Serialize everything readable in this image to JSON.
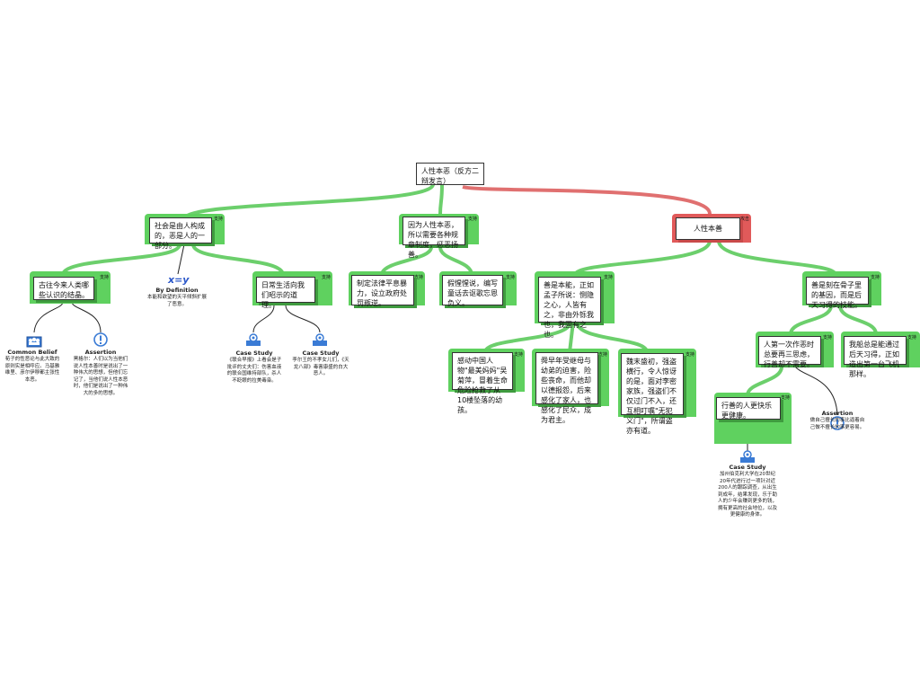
{
  "root": {
    "text": "人性本恶（反方二辩发言）"
  },
  "tags": {
    "support": "支持",
    "attack": "攻击"
  },
  "nodes": {
    "n1": "社会是由人构成的，恶是人的一部分。",
    "n2": "因为人性本恶，所以需要各种规章制度，惩恶扬善。",
    "n3": "人性本善",
    "n11": "古往今来人类哪些认识的结晶。",
    "n13": "日常生活向我们昭示的道理。",
    "n21": "制定法律平息暴力，设立政府处罚叛逆。",
    "n22": "假惺惺说，编写童话去讴歌忘恩负义。",
    "n31": "善是本能，正如孟子所说：恻隐之心，人皆有之，非由外铄我也，我固有之也。",
    "n32": "善是刻在骨子里的基因，而是后天习得的技能。",
    "n311": "感动中国人物\"最美妈妈\"吴菊萍，冒着生命危险抢救了从10楼坠落的幼孩。",
    "n312": "舜早年受继母与幼弟的迫害，险些丧命，而他却以德报怨，后来感化了家人，也感化了民众，成为君主。",
    "n313": "魏末盛初，强盗横行，令人惊讶的是，面对李密家族，强盗们不仅过门不入，还互相叮嘱\"无犯义门\"，所谓盗亦有道。",
    "n321": "人第一次作恶时总要再三思虑，行善却不需要。",
    "n322": "我船总是能通过后天习得，正如造出第一台飞机那样。",
    "n3211": "行善的人更快乐更健康。"
  },
  "annotations": {
    "a1": {
      "title": "Common Belief",
      "text": "荀子的性恶论与此大致的原则实是相呼应。马基雅维里、彦尔伊穆都主张性本恶。",
      "icon": "common-belief-icon"
    },
    "a2": {
      "title": "Assertion",
      "text": "黑格尔：人们以为当他们说人性本善时是说出了一种伟大的思想，但他们忘记了，当他们说人性本恶时，他们是说出了一种伟大的多的思想。",
      "icon": "exclamation-icon"
    },
    "a3": {
      "title": "By Definition",
      "text": "本能和欲望的天平倾斜扩展了恶意。",
      "icon": "x-equals-y-icon",
      "symbol": "x=y"
    },
    "a4": {
      "title": "Case Study",
      "text": "《联合早报》上看会是子批评的丈夫们：伤害血液的联合国维持部队，杀人不眨眼的拉美毒枭。",
      "icon": "case-study-icon"
    },
    "a5": {
      "title": "Case Study",
      "text": "李尔王的不孝女儿们，《天龙八部》毒害康盛的白大恶人。",
      "icon": "case-study-icon"
    },
    "a6": {
      "title": "Case Study",
      "text": "加州伯克利大学在20世纪20年代进行过一项针对近200人的跟踪调查，从出生到成年，结果发现，乐于助人的少年会赚到更多的钱，拥有更高的社会地位，以及更健康的身体。",
      "icon": "case-study-icon"
    },
    "a7": {
      "title": "Assertion",
      "text": "做自己擅长的事比逼着自己做不擅长的事更容易。",
      "icon": "exclamation-icon"
    }
  },
  "colors": {
    "support": "#5fd15f",
    "attack": "#e15a5a",
    "support_link": "#6ccf6c",
    "attack_link": "#e07070"
  }
}
